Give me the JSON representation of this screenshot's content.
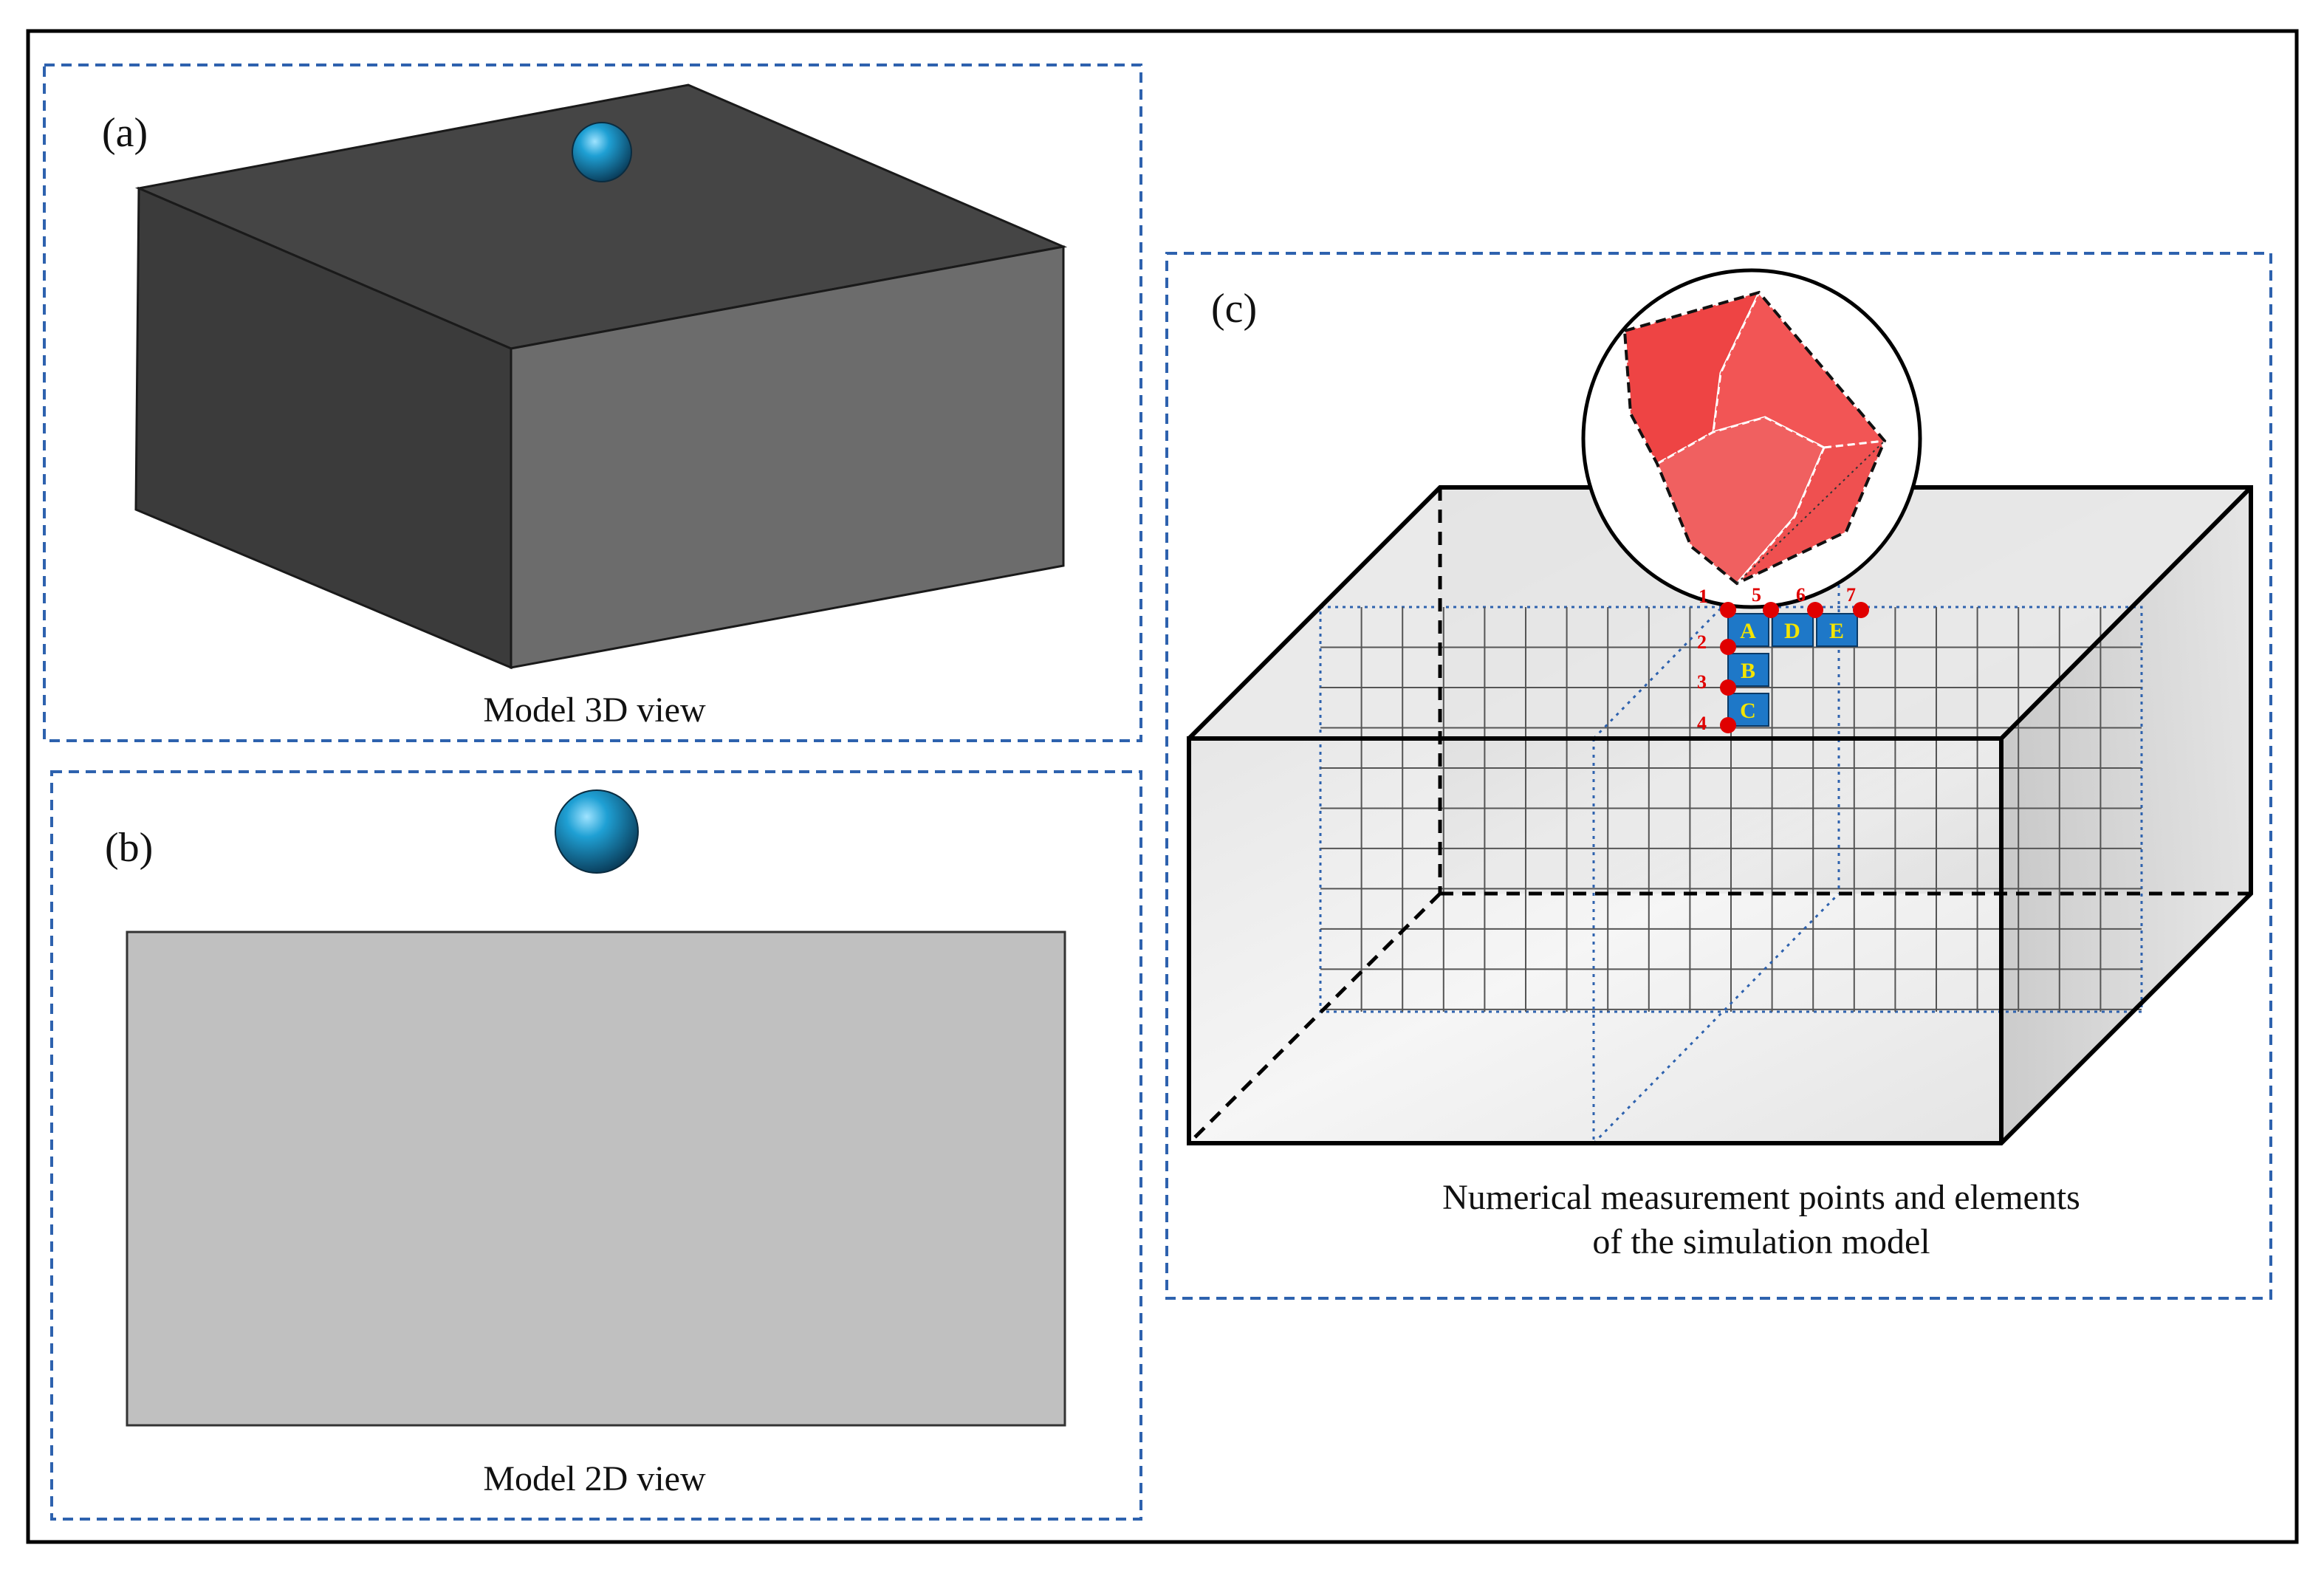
{
  "panels": {
    "a": {
      "tag": "(a)",
      "caption": "Model 3D view"
    },
    "b": {
      "tag": "(b)",
      "caption": "Model 2D view"
    },
    "c": {
      "tag": "(c)",
      "caption_line1": "Numerical measurement points and elements",
      "caption_line2": "of the simulation model"
    }
  },
  "measurement_points": [
    "1",
    "2",
    "3",
    "4",
    "5",
    "6",
    "7"
  ],
  "elements": [
    "A",
    "B",
    "C",
    "D",
    "E"
  ],
  "colors": {
    "frame": "#000000",
    "dashed_box": "#2e62ae",
    "block_top": "#454545",
    "block_left": "#3b3b3b",
    "block_right": "#6c6c6c",
    "plane_2d": "#c0c0c0",
    "sphere": "#1b8fbf",
    "rock": "#f05050",
    "element_fill": "#1e78c8",
    "element_text": "#f3e400",
    "point": "#e00000"
  }
}
